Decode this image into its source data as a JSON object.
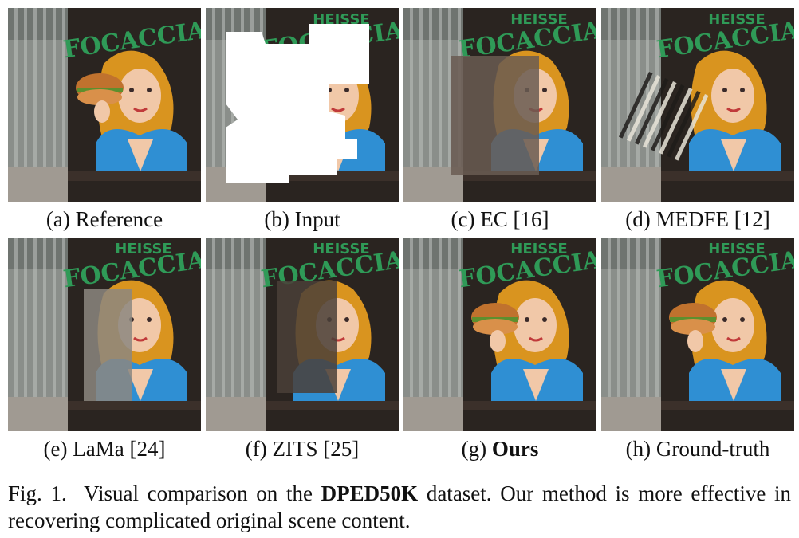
{
  "panels": [
    {
      "id": "a",
      "prefix": "(a)",
      "label": "Reference",
      "bold": false
    },
    {
      "id": "b",
      "prefix": "(b)",
      "label": "Input",
      "bold": false
    },
    {
      "id": "c",
      "prefix": "(c)",
      "label": "EC [16]",
      "bold": false
    },
    {
      "id": "d",
      "prefix": "(d)",
      "label": "MEDFE [12]",
      "bold": false
    },
    {
      "id": "e",
      "prefix": "(e)",
      "label": "LaMa [24]",
      "bold": false
    },
    {
      "id": "f",
      "prefix": "(f)",
      "label": "ZITS [25]",
      "bold": false
    },
    {
      "id": "g",
      "prefix": "(g)",
      "label": "Ours",
      "bold": true
    },
    {
      "id": "h",
      "prefix": "(h)",
      "label": "Ground-truth",
      "bold": false
    }
  ],
  "sign_text": {
    "heisse": "HEISSE",
    "focaccia": "FOCACCIA"
  },
  "caption": {
    "prefix": "Fig. 1.",
    "text1": "Visual comparison on the",
    "dataset": "DPED50K",
    "text2": "dataset. Our method is more effective in recovering complicated original scene content."
  },
  "colors": {
    "board": "#2a2420",
    "sign_text": "#2f9a57",
    "hair": "#d9941f",
    "shirt": "#2f8fd3",
    "skin": "#f1c8a8",
    "background": "#8a8e8a"
  }
}
